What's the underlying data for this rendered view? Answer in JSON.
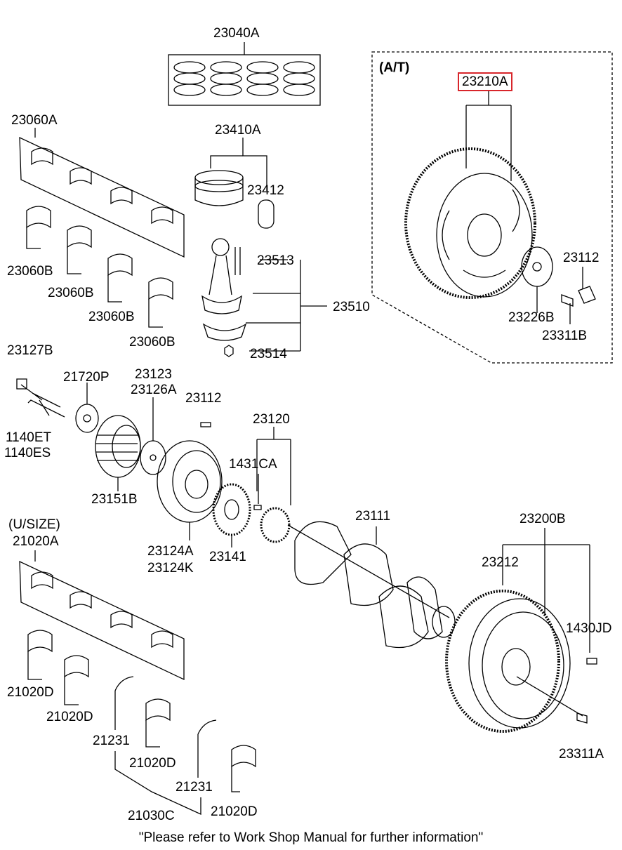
{
  "labels": {
    "p23040A": "23040A",
    "p23060A": "23060A",
    "p23410A": "23410A",
    "p23412": "23412",
    "p23060B_1": "23060B",
    "p23060B_2": "23060B",
    "p23060B_3": "23060B",
    "p23060B_4": "23060B",
    "p23513": "23513",
    "p23510": "23510",
    "p23514": "23514",
    "at": "(A/T)",
    "p23210A": "23210A",
    "p23112_top": "23112",
    "p23226B": "23226B",
    "p23311B": "23311B",
    "p23127B": "23127B",
    "p21720P": "21720P",
    "p23123": "23123",
    "p23126A": "23126A",
    "p23112_mid": "23112",
    "p23120": "23120",
    "p1140ET": "1140ET",
    "p1140ES": "1140ES",
    "p1431CA": "1431CA",
    "p23151B": "23151B",
    "usize": "(U/SIZE)",
    "p21020A": "21020A",
    "p23124A": "23124A",
    "p23124K": "23124K",
    "p23141": "23141",
    "p23111": "23111",
    "p23200B": "23200B",
    "p23212": "23212",
    "p1430JD": "1430JD",
    "p21020D_1": "21020D",
    "p21020D_2": "21020D",
    "p21020D_3": "21020D",
    "p21020D_4": "21020D",
    "p21231_1": "21231",
    "p21231_2": "21231",
    "p23311A": "23311A",
    "p21030C": "21030C"
  },
  "footer": "\"Please refer to Work Shop Manual for further information\"",
  "highlight_color": "#d8262b"
}
